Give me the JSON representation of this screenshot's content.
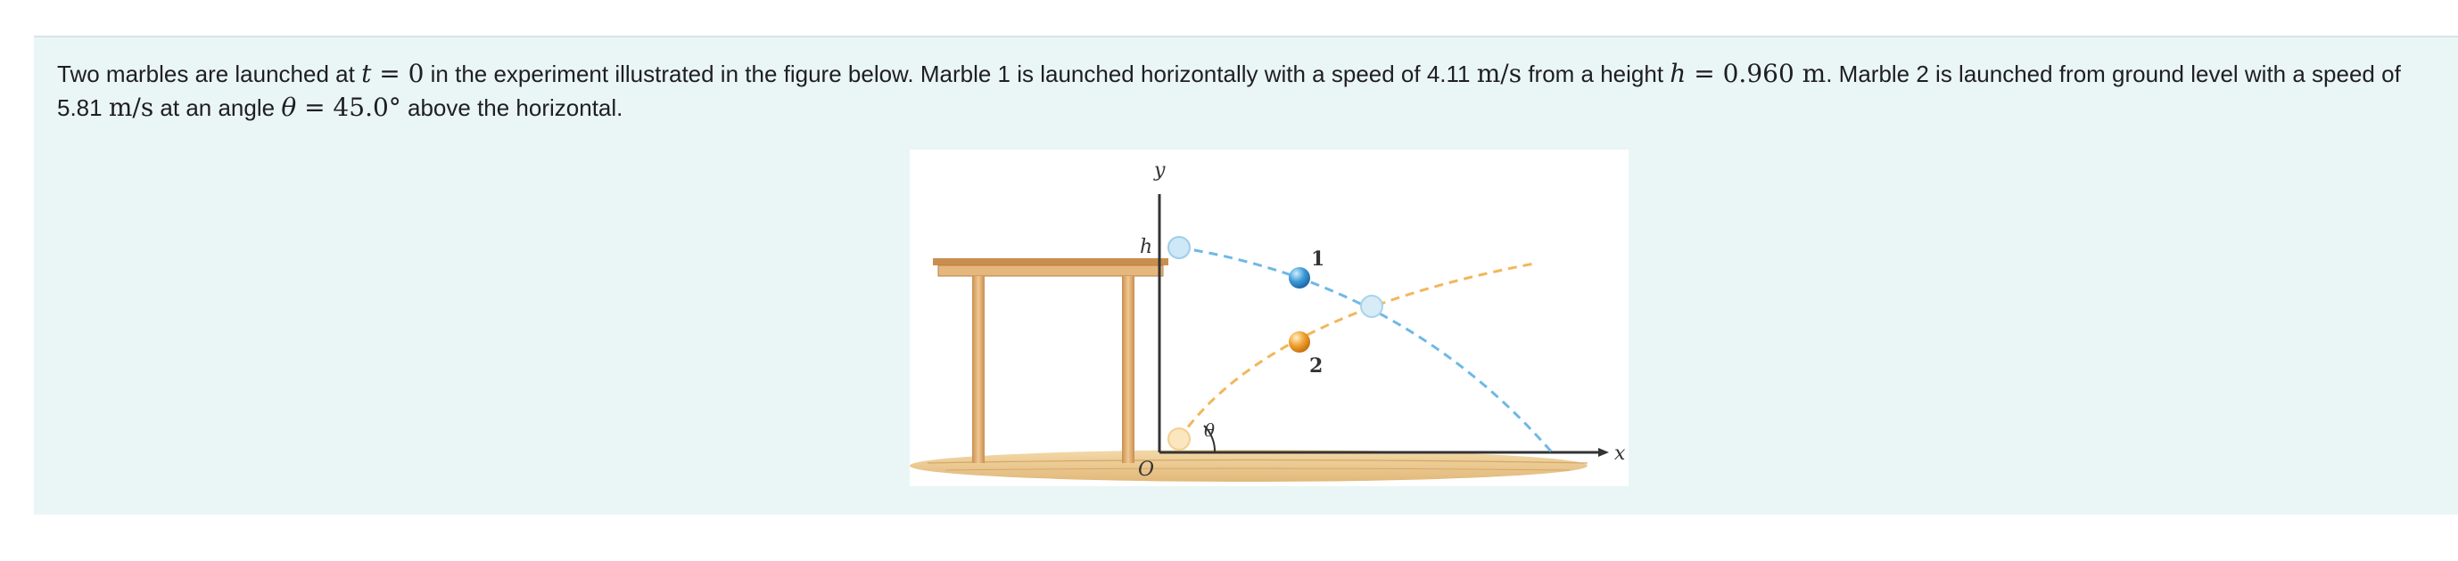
{
  "problem": {
    "parts": [
      "Two marbles are launched at ",
      " in the experiment illustrated in the figure below. Marble 1 is launched horizontally with a speed of 4.11 ",
      " from a height ",
      ". Marble 2 is launched from ground level with a speed of 5.81 ",
      " at an angle ",
      " above the horizontal."
    ],
    "math": {
      "t_var": "t",
      "t_eq": " = 0",
      "unit_speed_1": "m/s",
      "h_var": "h",
      "h_eq": " = 0.960 m",
      "unit_speed_2": "m/s",
      "theta_var": "θ",
      "theta_eq": " = 45.0°"
    }
  },
  "figure": {
    "labels": {
      "y_axis": "y",
      "x_axis": "x",
      "origin": "O",
      "height": "h",
      "marble_1": "1",
      "marble_2": "2",
      "angle": "θ"
    },
    "colors": {
      "panel_bg": "#eaf5f6",
      "marble_1": "#3d9ad8",
      "marble_1_path": "#6fb8e6",
      "marble_2": "#f0a030",
      "marble_2_path": "#f2b65a",
      "table": "#d9a56a",
      "floor": "#ecc98f"
    }
  }
}
